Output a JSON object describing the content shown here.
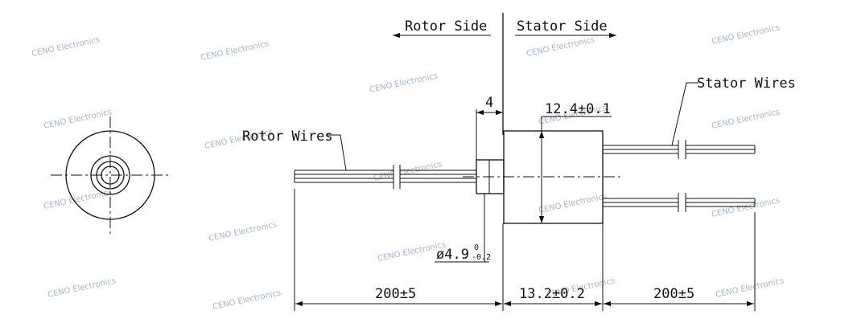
{
  "labels": {
    "rotor_side": "Rotor Side",
    "stator_side": "Stator Side",
    "stator_wires": "Stator Wires",
    "rotor_wires": "Rotor Wires"
  },
  "dimensions": {
    "flange_width": "4",
    "body_diameter": "12.4±0.1",
    "rotor_diameter": "ø4.9",
    "rotor_diameter_tol_upper": "0",
    "rotor_diameter_tol_lower": "-0.2",
    "rotor_wire_length": "200±5",
    "body_length": "13.2±0.2",
    "stator_wire_length": "200±5"
  },
  "watermark": "CENO Electronics",
  "colors": {
    "line": "#111111",
    "watermark": "#9fb6cf"
  }
}
